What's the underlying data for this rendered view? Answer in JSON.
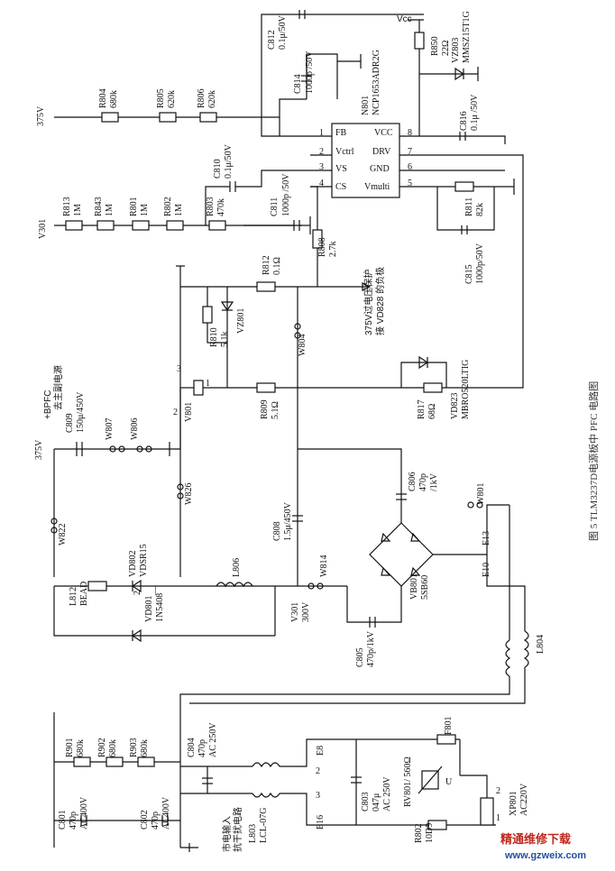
{
  "caption": "图 5 TLM3237D电源板中 PFC 电路图",
  "watermark": {
    "name": "精通维修下载",
    "url": "www.gzweix.com"
  },
  "ic": {
    "ref": "N801",
    "part": "NCP1653ADR2G",
    "pins": [
      "FB",
      "Vctrl",
      "VS",
      "CS",
      "VCC",
      "DRV",
      "GND",
      "Vmulti"
    ],
    "pin_numbers": [
      "1",
      "2",
      "3",
      "4",
      "8",
      "7",
      "6",
      "5"
    ]
  },
  "labels": {
    "vcc": "Vcc",
    "v375_top": "375V",
    "v375_mid": "375V",
    "v301_left": "V301",
    "bpfc": "+BPFC",
    "to_main": "去主副电源",
    "c812": {
      "ref": "C812",
      "value": "0.1μ/50V"
    },
    "c814": {
      "ref": "C814",
      "value": "1000p /50V"
    },
    "r850": {
      "ref": "R850",
      "value": "22Ω"
    },
    "vz803": {
      "ref": "VZ803",
      "part": "MMSZ15T1G"
    },
    "c816": {
      "ref": "C816",
      "value": "0.1μ /50V"
    },
    "r811": {
      "ref": "R811",
      "value": "82k"
    },
    "c815": {
      "ref": "C815",
      "value": "1000p/50V"
    },
    "r804": {
      "ref": "R804",
      "value": "680k"
    },
    "r805": {
      "ref": "R805",
      "value": "620k"
    },
    "r806": {
      "ref": "R806",
      "value": "620k"
    },
    "r813": {
      "ref": "R813",
      "value": "1M"
    },
    "r843": {
      "ref": "R843",
      "value": "1M"
    },
    "r801": {
      "ref": "R801",
      "value": "1M"
    },
    "r802": {
      "ref": "R802",
      "value": "1M"
    },
    "r803": {
      "ref": "R803",
      "value": "470k"
    },
    "c810": {
      "ref": "C810",
      "value": "0.1μ/50V"
    },
    "c811": {
      "ref": "C811",
      "value": "1000p /50V"
    },
    "r812": {
      "ref": "R812",
      "value": "0.1Ω"
    },
    "r808": {
      "ref": "R808",
      "value": "2.7k"
    },
    "ovp_note": [
      "375V过电压保护",
      "接 VD828 的负极"
    ],
    "r810": {
      "ref": "R810",
      "value": "5.1k"
    },
    "vz801": "VZ801",
    "w804": "W804",
    "r809": {
      "ref": "R809",
      "value": "5.1Ω"
    },
    "v801": "V801",
    "mosfet_pins": [
      "3",
      "2",
      "1"
    ],
    "vd823": {
      "ref": "VD823",
      "part": "MBRO520LTIG"
    },
    "r817": {
      "ref": "R817",
      "value": "68Ω"
    },
    "c809": {
      "ref": "C809",
      "value": "150μ/450V"
    },
    "w807": "W807",
    "w806": "W806",
    "w822": "W822",
    "w826": "W826",
    "l812": {
      "ref": "L812",
      "value": "BEAD"
    },
    "vd802": {
      "ref": "VD802",
      "part": "VDSR15"
    },
    "vd802_pins": [
      "2",
      "—"
    ],
    "vd801": {
      "ref": "VD801",
      "part": "1N5408"
    },
    "l806": "L806",
    "c808": {
      "ref": "C808",
      "value": "1.5μ/450V"
    },
    "v301": {
      "ref": "V301",
      "value": "300V"
    },
    "w814": "W814",
    "c806": {
      "ref": "C806",
      "value": "470p",
      "rating": "/1kV"
    },
    "vb801": {
      "ref": "VB801",
      "part": "5SB60"
    },
    "c805": {
      "ref": "C805",
      "value": "470p/1kV"
    },
    "w801": "W801",
    "e13": "E13",
    "e10": "E10",
    "l804": "L804",
    "c801": {
      "ref": "C801",
      "value": "470p",
      "rating": "AC400V"
    },
    "c802": {
      "ref": "C802",
      "value": "470p",
      "rating": "AC400V"
    },
    "r901": {
      "ref": "R901",
      "value": "680k"
    },
    "r902": {
      "ref": "R902",
      "value": "680k"
    },
    "r903": {
      "ref": "R903",
      "value": "680k"
    },
    "c804": {
      "ref": "C804",
      "value": "470p",
      "rating": "AC 250V"
    },
    "mains_input": [
      "市电输入",
      "抗干扰电路"
    ],
    "l803": {
      "ref": "L803",
      "part": "LCL-07G"
    },
    "e8": "E8",
    "e16": "E16",
    "e_pins": [
      "2",
      "3"
    ],
    "c803": {
      "ref": "C803",
      "value": "047μ",
      "rating": "AC 250V"
    },
    "rv801": "RV801/ 560Ω",
    "rv801_u": "U",
    "r802b": {
      "ref": "R802",
      "part": "10D9"
    },
    "f801": "F801",
    "xp_pins": [
      "2",
      "1"
    ],
    "xp801": {
      "ref": "XP801",
      "value": "AC220V"
    }
  }
}
